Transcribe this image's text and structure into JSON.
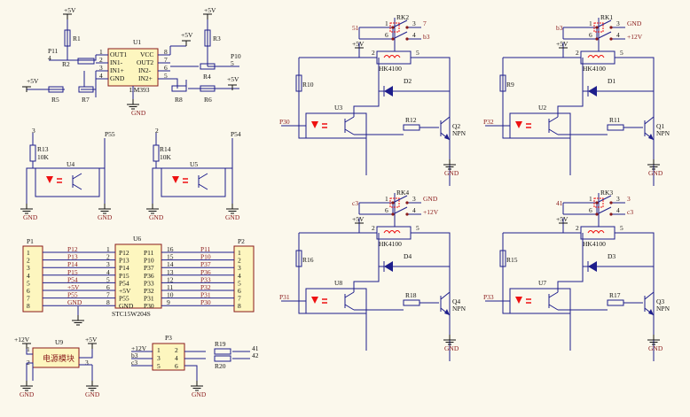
{
  "schematic": {
    "comparator": {
      "ref": "U1",
      "part": "LM393",
      "pins_left": [
        "OUT1",
        "IN1-",
        "IN1+",
        "GND"
      ],
      "pins_right": [
        "VCC",
        "OUT2",
        "IN2-",
        "IN2+"
      ],
      "pin_nums_left": [
        "1",
        "2",
        "3",
        "4"
      ],
      "pin_nums_right": [
        "8",
        "7",
        "6",
        "5"
      ],
      "resistors": [
        "R1",
        "R2",
        "R3",
        "R4",
        "R5",
        "R6",
        "R7",
        "R8"
      ],
      "nets": {
        "p11": "P11",
        "p10": "P10",
        "n4": "4",
        "n5": "5",
        "vcc": "+5V",
        "gnd": "GND"
      }
    },
    "opto_inputs": [
      {
        "ref": "U4",
        "res": "R13",
        "val": "10K",
        "net_in": "3",
        "net_out": "P55",
        "gnd1": "GND",
        "gnd2": "GND"
      },
      {
        "ref": "U5",
        "res": "R14",
        "val": "10K",
        "net_in": "2",
        "net_out": "P54",
        "gnd1": "GND",
        "gnd2": "GND"
      }
    ],
    "mcu": {
      "ref": "U6",
      "part": "STC15W204S",
      "left_pins": [
        "P12",
        "P13",
        "P14",
        "P15",
        "P54",
        "+5V",
        "P55",
        "GND"
      ],
      "right_pins": [
        "P11",
        "P10",
        "P37",
        "P36",
        "P33",
        "P32",
        "P31",
        "P30"
      ],
      "left_nums": [
        "1",
        "2",
        "3",
        "4",
        "5",
        "6",
        "7",
        "8"
      ],
      "right_nums": [
        "16",
        "15",
        "14",
        "13",
        "12",
        "11",
        "10",
        "9"
      ],
      "p1": {
        "ref": "P1",
        "nums": [
          "1",
          "2",
          "3",
          "4",
          "5",
          "6",
          "7",
          "8"
        ],
        "nets": [
          "P12",
          "P13",
          "P14",
          "P15",
          "P54",
          "+5V",
          "P55",
          "GND"
        ]
      },
      "p2": {
        "ref": "P2",
        "nums": [
          "1",
          "2",
          "3",
          "4",
          "5",
          "6",
          "7",
          "8"
        ],
        "nets": [
          "P11",
          "P10",
          "P37",
          "P36",
          "P33",
          "P32",
          "P31",
          "P30"
        ]
      }
    },
    "power": {
      "ref": "U9",
      "label": "电源模块",
      "in": "+12V",
      "out": "+5V",
      "pin1": "1",
      "pin2": "2",
      "pin3": "3",
      "gnd1": "GND",
      "gnd2": "GND"
    },
    "p3": {
      "ref": "P3",
      "nets_left": [
        "+12V",
        "b3",
        "c3"
      ],
      "pins": [
        "1",
        "2",
        "3",
        "4",
        "5",
        "6"
      ],
      "r19": "R19",
      "r20": "R20",
      "n41": "41",
      "n42": "42",
      "gnd": "GND"
    },
    "relays": [
      {
        "relay": "RK2",
        "coil": "HK4100",
        "diode": "D2",
        "opto": "U3",
        "rbase": "R12",
        "rpull": "R10",
        "q": "Q2",
        "qtype": "NPN",
        "ctrl": "P30",
        "vcc": "+5V",
        "gnd": "GND",
        "com": "51",
        "no": "b3",
        "nc": "7",
        "p1": "1",
        "p2": "2",
        "p3": "3",
        "p4": "4",
        "p5": "5",
        "p6": "6"
      },
      {
        "relay": "RK1",
        "coil": "HK4100",
        "diode": "D1",
        "opto": "U2",
        "rbase": "R11",
        "rpull": "R9",
        "q": "Q1",
        "qtype": "NPN",
        "ctrl": "P32",
        "vcc": "+5V",
        "gnd": "GND",
        "com": "b3",
        "no": "+12V",
        "nc": "GND",
        "p1": "1",
        "p2": "2",
        "p3": "3",
        "p4": "4",
        "p5": "5",
        "p6": "6"
      },
      {
        "relay": "RK4",
        "coil": "HK4100",
        "diode": "D4",
        "opto": "U8",
        "rbase": "R18",
        "rpull": "R16",
        "q": "Q4",
        "qtype": "NPN",
        "ctrl": "P31",
        "vcc": "+5V",
        "gnd": "GND",
        "com": "c3",
        "no": "+12V",
        "nc": "GND",
        "p1": "1",
        "p2": "2",
        "p3": "3",
        "p4": "4",
        "p5": "5",
        "p6": "6"
      },
      {
        "relay": "RK3",
        "coil": "HK4100",
        "diode": "D3",
        "opto": "U7",
        "rbase": "R17",
        "rpull": "R15",
        "q": "Q3",
        "qtype": "NPN",
        "ctrl": "P33",
        "vcc": "+5V",
        "gnd": "GND",
        "com": "41",
        "no": "c3",
        "nc": "3",
        "p1": "1",
        "p2": "2",
        "p3": "3",
        "p4": "4",
        "p5": "5",
        "p6": "6"
      }
    ]
  }
}
